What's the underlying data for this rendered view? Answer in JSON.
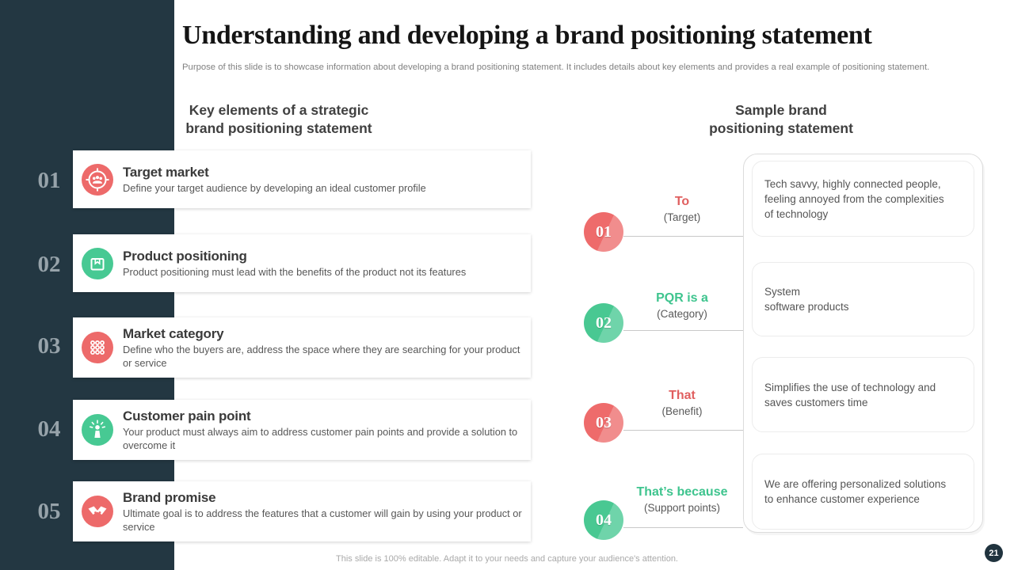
{
  "slide": {
    "title": "Understanding and developing a brand positioning statement",
    "subtitle": "Purpose of this slide is to showcase information about developing a brand positioning statement. It includes details about key elements and provides a real example of positioning statement.",
    "footer": "This slide is 100% editable.  Adapt it to your needs and capture your audience's attention.",
    "page_number": "21"
  },
  "left_section": {
    "heading_line1": "Key elements of a strategic",
    "heading_line2": "brand positioning statement",
    "items": [
      {
        "number": "01",
        "title": "Target market",
        "description": "Define your target audience by developing an ideal customer profile",
        "icon": "target-audience-icon",
        "color": "#ed6a6a"
      },
      {
        "number": "02",
        "title": "Product positioning",
        "description": "Product positioning must lead with the benefits of the product not its features",
        "icon": "package-icon",
        "color": "#47c993"
      },
      {
        "number": "03",
        "title": "Market category",
        "description": "Define who the buyers are, address the space where they are searching for your product or service",
        "icon": "grid-dots-icon",
        "color": "#ed6a6a"
      },
      {
        "number": "04",
        "title": "Customer pain point",
        "description": "Your product must always aim to address customer pain points and provide a solution to overcome it",
        "icon": "person-idea-icon",
        "color": "#47c993"
      },
      {
        "number": "05",
        "title": "Brand promise",
        "description": "Ultimate goal is to address the features that a customer will gain by using your product or service",
        "icon": "handshake-icon",
        "color": "#ed6a6a"
      }
    ]
  },
  "right_section": {
    "heading_line1": "Sample brand",
    "heading_line2": "positioning statement",
    "steps": [
      {
        "number": "01",
        "keyword": "To",
        "qualifier": "(Target)",
        "statement": "Tech savvy, highly connected people, feeling annoyed from the complexities of technology"
      },
      {
        "number": "02",
        "keyword": "PQR is a",
        "qualifier": "(Category)",
        "statement": "System\nsoftware products"
      },
      {
        "number": "03",
        "keyword": "That",
        "qualifier": "(Benefit)",
        "statement": "Simplifies the use of technology and saves customers time"
      },
      {
        "number": "04",
        "keyword": "That’s because",
        "qualifier": "(Support points)",
        "statement": "We are offering personalized solutions to enhance customer experience"
      }
    ]
  },
  "colors": {
    "sidebar_dark": "#233742",
    "accent_red": "#ed6a6a",
    "accent_green": "#47c993",
    "connector_gray": "#c9c9c9"
  }
}
